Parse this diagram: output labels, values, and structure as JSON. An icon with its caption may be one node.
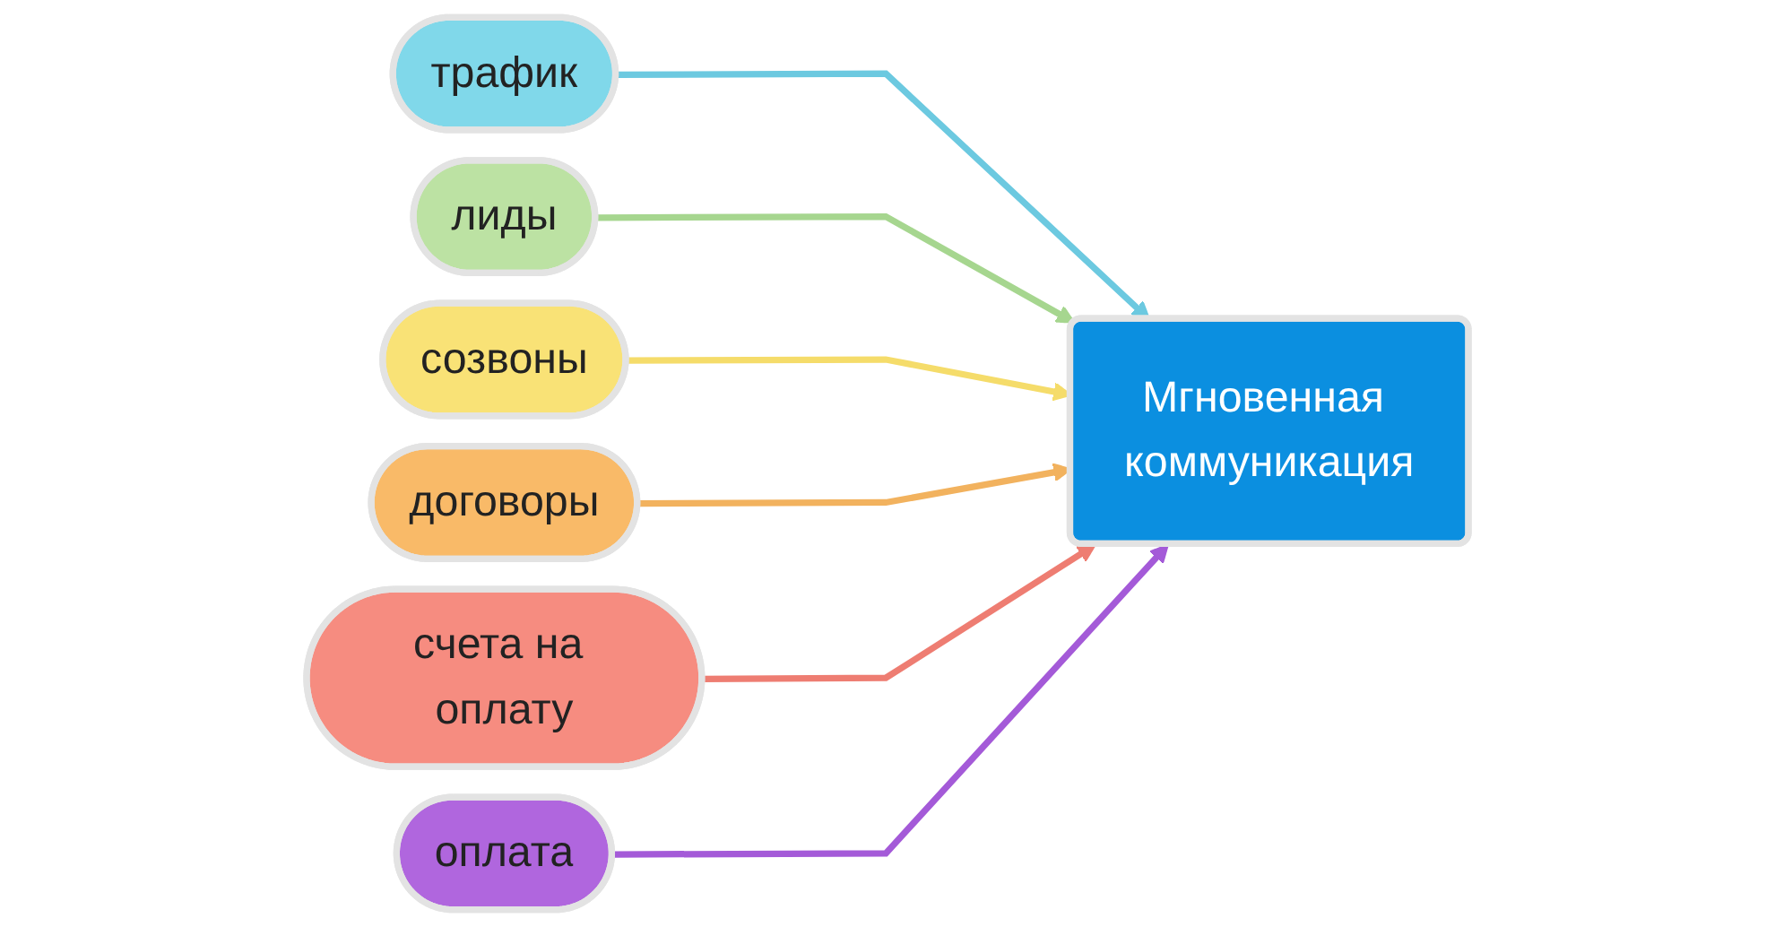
{
  "diagram": {
    "nodes": [
      {
        "text": [
          "трафик"
        ]
      },
      {
        "text": [
          "лиды"
        ]
      },
      {
        "text": [
          "созвоны"
        ]
      },
      {
        "text": [
          "договоры"
        ]
      },
      {
        "text": [
          "счета на оплату"
        ]
      },
      {
        "text": [
          "оплата"
        ]
      },
      {
        "text": [
          "Мгновенная коммуникация"
        ]
      }
    ],
    "edges": [
      {
        "from": 0,
        "to": 6,
        "arrow": "to",
        "color": "#6cc9e0"
      },
      {
        "from": 1,
        "to": 6,
        "arrow": "to",
        "color": "#a6d68f"
      },
      {
        "from": 2,
        "to": 6,
        "arrow": "to",
        "color": "#f5dc6a"
      },
      {
        "from": 3,
        "to": 6,
        "arrow": "to",
        "color": "#f2b25e"
      },
      {
        "from": 4,
        "to": 6,
        "arrow": "to",
        "color": "#ee7d72"
      },
      {
        "from": 5,
        "to": 6,
        "arrow": "to",
        "color": "#a45ad8"
      }
    ]
  }
}
